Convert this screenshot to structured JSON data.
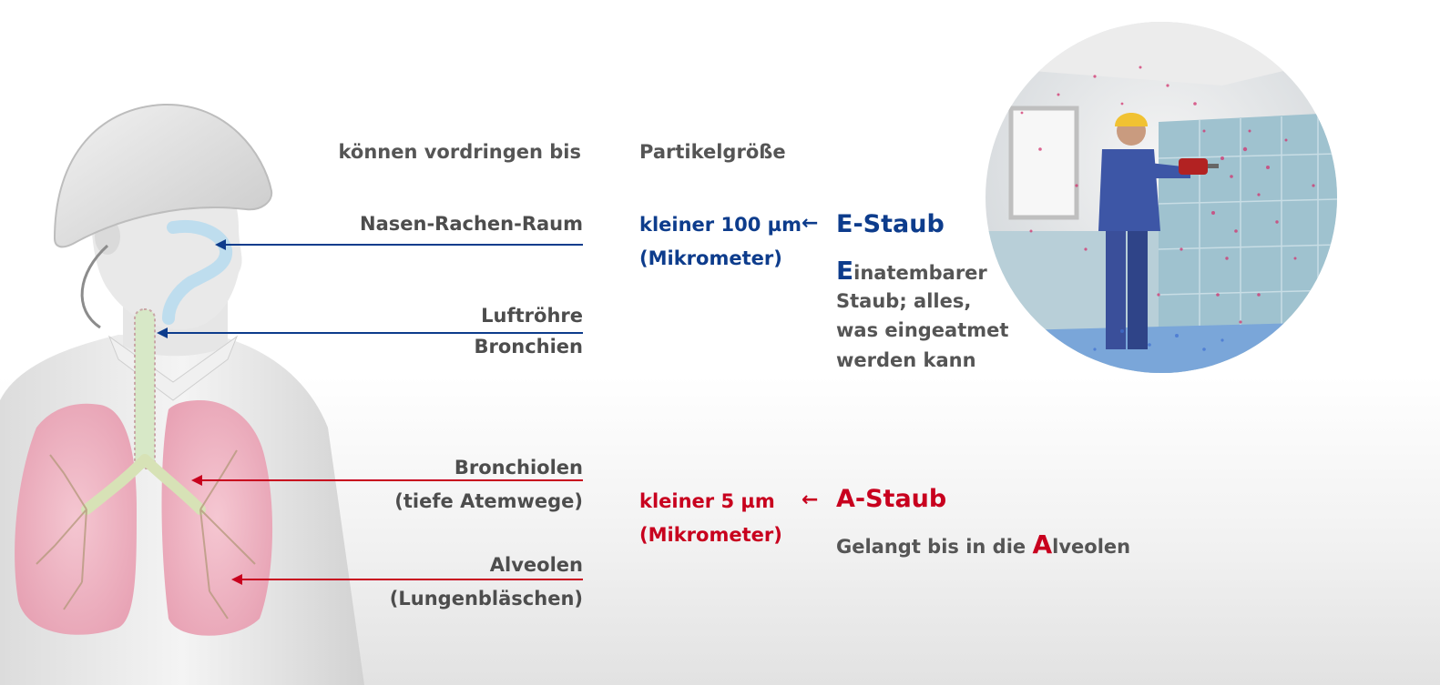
{
  "headers": {
    "reach": "können vordringen bis",
    "particle_size": "Partikelgröße"
  },
  "regions": {
    "nose_throat": "Nasen-Rachen-Raum",
    "trachea": "Luftröhre",
    "bronchi": "Bronchien",
    "bronchioles": "Bronchiolen",
    "bronchioles_note": "(tiefe Atemwege)",
    "alveoli": "Alveolen",
    "alveoli_note": "(Lungenbläschen)"
  },
  "e_dust": {
    "size": "kleiner 100 µm",
    "unit": "(Mikrometer)",
    "title": "E-Staub",
    "initial": "E",
    "desc_rest": "inatembarer",
    "desc_lines": [
      "Staub; alles,",
      "was eingeatmet",
      "werden kann"
    ],
    "color": "#0d3c8c"
  },
  "a_dust": {
    "size": "kleiner 5 µm",
    "unit": "(Mikrometer)",
    "title": "A-Staub",
    "desc_prefix": "Gelangt bis in die ",
    "initial": "A",
    "desc_rest": "lveolen",
    "color": "#c8001e"
  },
  "arrow_glyph": "←"
}
